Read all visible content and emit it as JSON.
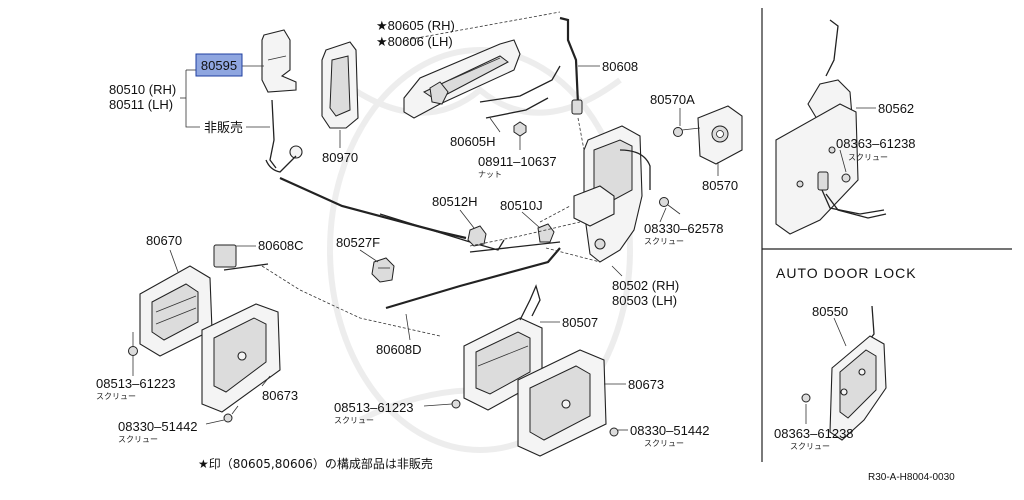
{
  "labels": {
    "p80595": "80595",
    "p80510": "80510 (RH)",
    "p80511": "80511 (LH)",
    "hibanbai": "非販売",
    "p80605": "★80605 (RH)",
    "p80606": "★80606 (LH)",
    "p80608": "80608",
    "p80970": "80970",
    "p80605H": "80605H",
    "p08911": "08911–10637",
    "nut": "ナット",
    "p80570A": "80570A",
    "p80570": "80570",
    "p80512H": "80512H",
    "p80510J": "80510J",
    "p08330_62578": "08330–62578",
    "screw1": "スクリュー",
    "p80670": "80670",
    "p80608C": "80608C",
    "p80527F": "80527F",
    "p80502": "80502 (RH)",
    "p80503": "80503 (LH)",
    "p80507": "80507",
    "p80608D": "80608D",
    "p08513_a": "08513–61223",
    "screw2": "スクリュー",
    "p80673_a": "80673",
    "p08330_51442_a": "08330–51442",
    "screw3": "スクリュー",
    "p08513_b": "08513–61223",
    "screw4": "スクリュー",
    "p80673_b": "80673",
    "p08330_51442_b": "08330–51442",
    "screw5": "スクリュー",
    "p80562": "80562",
    "p08363_a": "08363–61238",
    "screw6": "スクリュー",
    "auto_door_lock": "AUTO DOOR LOCK",
    "p80550": "80550",
    "p08363_b": "08363–61238",
    "screw7": "スクリュー",
    "footnote": "★印（80605,80606）の構成部品は非販売",
    "ref_code": "R30-A-H8004-0030"
  },
  "highlight_color": "#8fa6e0"
}
